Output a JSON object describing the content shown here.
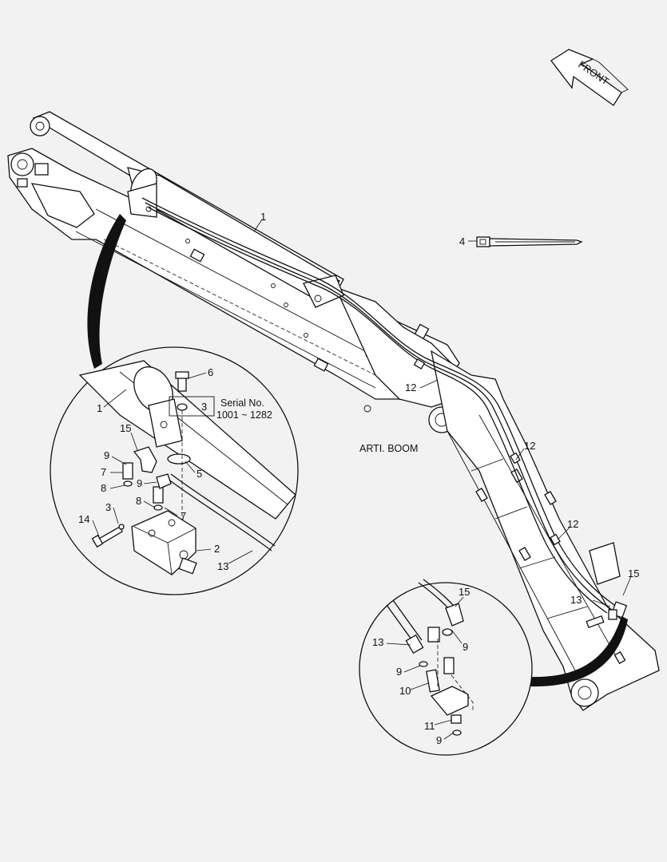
{
  "front_arrow_label": "FRONT",
  "section_label": "ARTI. BOOM",
  "serial_note": {
    "line1": "Serial No.",
    "line2": "1001 ~ 1282"
  },
  "callouts": {
    "c1_main": "1",
    "c1_detail": "1",
    "c2": "2",
    "c3_box": "3",
    "c3_block": "3",
    "c4": "4",
    "c5": "5",
    "c6": "6",
    "c7_left": "7",
    "c7_right": "7",
    "c8_left": "8",
    "c8_right": "8",
    "c9_a": "9",
    "c9_b": "9",
    "c9_c": "9",
    "c9_d": "9",
    "c9_e": "9",
    "c10": "10",
    "c11": "11",
    "c12_a": "12",
    "c12_b": "12",
    "c12_c": "12",
    "c13_detail": "13",
    "c13_main": "13",
    "c13_right": "13",
    "c14": "14",
    "c15_detail": "15",
    "c15_main": "15",
    "c15_right": "15"
  }
}
